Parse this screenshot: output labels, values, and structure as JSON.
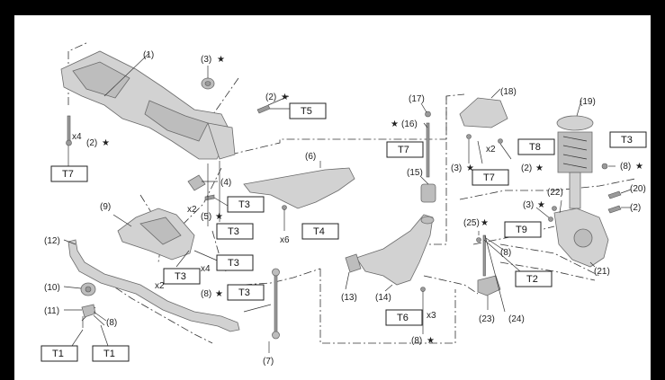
{
  "callouts": {
    "c1": "(1)",
    "c2a": "(2)",
    "c2b": "(2)",
    "c2c": "(2)",
    "c2d": "(2)",
    "c3a": "(3)",
    "c3b": "(3)",
    "c3c": "(3)",
    "c4": "(4)",
    "c5": "(5)",
    "c6": "(6)",
    "c7": "(7)",
    "c8a": "(8)",
    "c8b": "(8)",
    "c8c": "(8)",
    "c8d": "(8)",
    "c8e": "(8)",
    "c9": "(9)",
    "c10": "(10)",
    "c11": "(11)",
    "c12": "(12)",
    "c13": "(13)",
    "c14": "(14)",
    "c15": "(15)",
    "c16": "(16)",
    "c17": "(17)",
    "c18": "(18)",
    "c19": "(19)",
    "c20": "(20)",
    "c21": "(21)",
    "c22": "(22)",
    "c23": "(23)",
    "c24": "(24)",
    "c25": "(25)"
  },
  "star": "★",
  "multipliers": {
    "x4a": "x4",
    "x2a": "x2",
    "x4b": "x4",
    "x2b": "x2",
    "x6": "x6",
    "x2c": "x2",
    "x3": "x3"
  },
  "torque_boxes": {
    "t5": "T5",
    "t3a": "T3",
    "t3b": "T3",
    "t4": "T4",
    "t3c": "T3",
    "t3d": "T3",
    "t7a": "T7",
    "t7b": "T7",
    "t7c": "T7",
    "t8": "T8",
    "t3e": "T3",
    "t9": "T9",
    "t2": "T2",
    "t6": "T6",
    "t1a": "T1",
    "t1b": "T1",
    "t3f": "T3"
  }
}
